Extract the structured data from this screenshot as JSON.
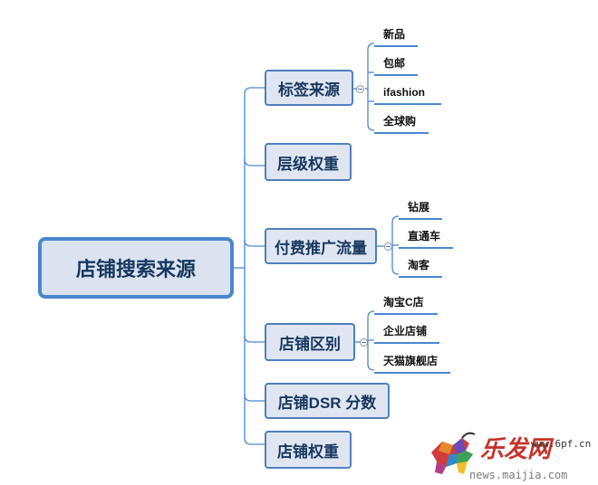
{
  "root": "店铺搜索来源",
  "branches": [
    {
      "label": "标签来源",
      "children": [
        "新品",
        "包邮",
        "ifashion",
        "全球购"
      ]
    },
    {
      "label": "层级权重",
      "children": []
    },
    {
      "label": "付费推广流量",
      "children": [
        "钻展",
        "直通车",
        "淘客"
      ]
    },
    {
      "label": "店铺区别",
      "children": [
        "淘宝C店",
        "企业店铺",
        "天猫旗舰店"
      ]
    },
    {
      "label": "店铺DSR 分数",
      "children": []
    },
    {
      "label": "店铺权重",
      "children": []
    }
  ],
  "watermark": {
    "title": "乐发网",
    "site": "www.6pf.cn",
    "url": "news.maijia.com"
  },
  "colors": {
    "node_fill": "#dfe6f1",
    "node_border": "#4f7fc0",
    "line": "#4a86d0",
    "text": "#17375e"
  }
}
